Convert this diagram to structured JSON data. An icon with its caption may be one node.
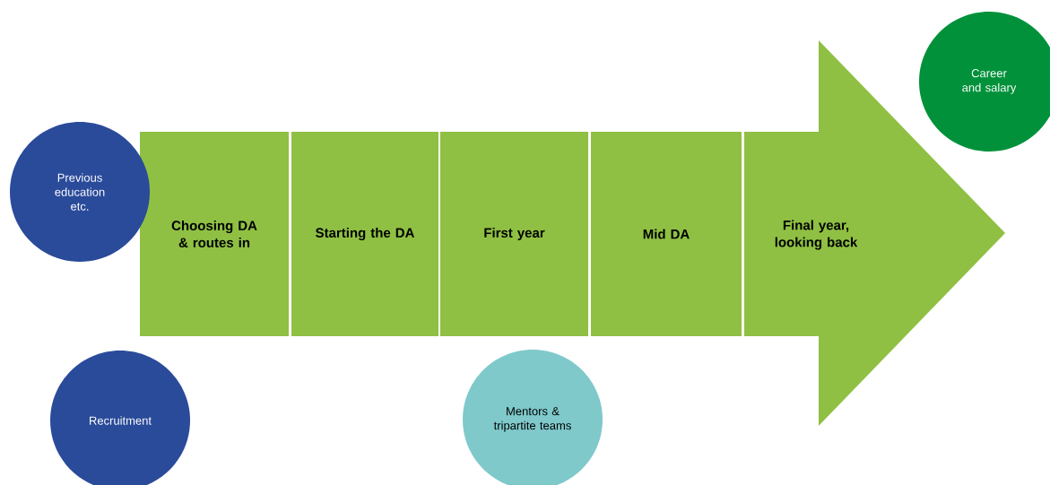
{
  "diagram": {
    "nodes": [
      {
        "text": [
          "Previous education etc."
        ]
      },
      {
        "text": [
          "Choosing DA & routes in"
        ]
      },
      {
        "text": [
          "Starting the DA"
        ]
      },
      {
        "text": [
          "First year"
        ]
      },
      {
        "text": [
          "Mid DA"
        ]
      },
      {
        "text": [
          "Final year, looking back"
        ]
      },
      {
        "text": [
          "Career and salary"
        ]
      },
      {
        "text": [
          "Recruitment"
        ]
      },
      {
        "text": [
          "Mentors & tripartite teams"
        ]
      }
    ]
  }
}
